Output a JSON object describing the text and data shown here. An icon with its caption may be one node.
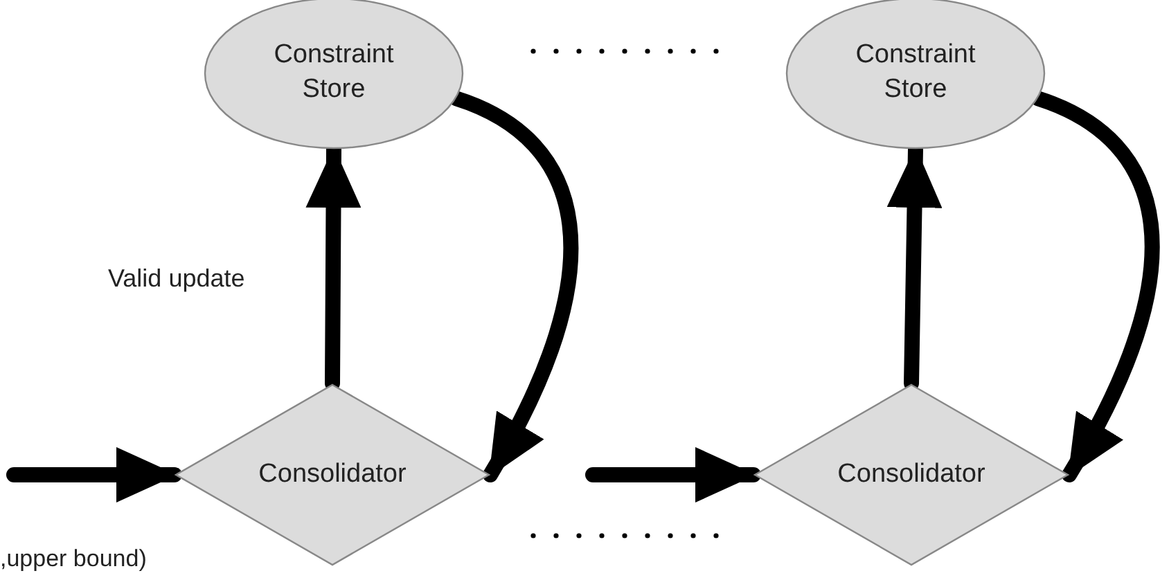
{
  "diagram": {
    "nodes": [
      {
        "text": [
          "Constraint Store"
        ]
      },
      {
        "text": [
          "Consolidator"
        ]
      },
      {
        "text": [
          "Constraint Store"
        ]
      },
      {
        "text": [
          "Consolidator"
        ]
      }
    ],
    "edges": [
      {
        "from": null,
        "to": 1,
        "arrow": "to"
      },
      {
        "from": 1,
        "to": 0,
        "arrow": "to",
        "label": "Valid update"
      },
      {
        "from": 0,
        "to": 1,
        "arrow": "to"
      },
      {
        "from": null,
        "to": 3,
        "arrow": "to"
      },
      {
        "from": 3,
        "to": 2,
        "arrow": "to"
      },
      {
        "from": 2,
        "to": 3,
        "arrow": "to"
      }
    ],
    "labels": [
      ",upper bound)"
    ]
  }
}
